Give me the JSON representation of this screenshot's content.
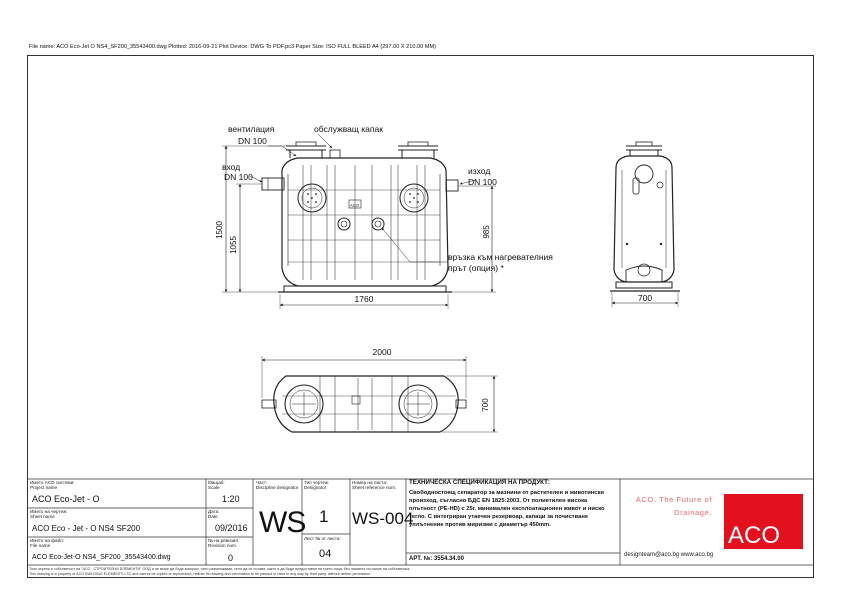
{
  "header": {
    "plot_line": "File name: ACO Eco-Jet O NS4_SF200_35543400.dwg   Plotted: 2016-09-21   Plot Device: DWG To PDF.pc3   Paper Size: ISO FULL BLEED A4 (297.00 X 210.00 MM)"
  },
  "drawing": {
    "labels": {
      "ventilation": "вентилация",
      "ventilation_dn": "DN 100",
      "service_cover": "обслужващ капак",
      "inlet": "вход",
      "inlet_dn": "DN 100",
      "outlet": "изход",
      "outlet_dn": "DN 100",
      "heater_1": "връзка към нагревателния",
      "heater_2": "прът (опция) *",
      "sticker": "ACO"
    },
    "dimensions": {
      "height_total": "1500",
      "height_inlet": "1055",
      "height_outlet": "985",
      "length_front": "1760",
      "width_side": "700",
      "length_top": "2000",
      "width_top": "700"
    }
  },
  "title_block": {
    "name_label": "Името АСО системи:",
    "name_label_en": "Project name",
    "name_value": "ACO Eco-Jet - O",
    "drawing_label": "Името на чертеж:",
    "drawing_label_en": "Sheet name",
    "drawing_value": "ACO Eco - Jet - O  NS4 SF200",
    "file_label": "Името на файл:",
    "file_label_en": "File name",
    "file_value": "ACO Eco-Jet-O NS4_SF200_35543400.dwg",
    "scale_label": "Мащаб:",
    "scale_label_en": "Scale",
    "scale_value": "1:20",
    "date_label": "Дата:",
    "date_label_en": "Date",
    "date_value": "09/2016",
    "revision_label": "№ на ревизия:",
    "revision_label_en": "Revision num.",
    "revision_value": "0",
    "part_label": "Част:",
    "part_label_en": "Discipline designator",
    "part_value": "WS",
    "type_label": "Тип чертеж:",
    "type_label_en": "Designator",
    "type_value": "1",
    "sheet_label": "Лист № от листа:",
    "sheet_value": "04",
    "number_label": "Номер на листа:",
    "number_label_en": "Sheet reference num.",
    "number_value": "WS-004",
    "spec_title": "ТЕХНИЧЕСКА СПЕЦИФИКАЦИЯ НА ПРОДУКТ:",
    "spec_lines": [
      "Свободностоящ сепаратор за мазнини от растителен и животински",
      "произход, съгласно БДС EN 1825:2003. От полиетилен висока",
      "плътност (PE-HD) с 25г. минимален експлоатационен живот и ниско",
      "тегло. С интегриран утаечен резервоар, капаци за почистване",
      "уплътнение против миризми с диаметър 450mm."
    ],
    "article_label": "АРТ. №:",
    "article_value": "3554.34.00",
    "brand_tag_1": "ACO. The Future of",
    "brand_tag_2": "Drainage.",
    "brand_logo": "ACO",
    "contact": "designteam@aco.bg  www.aco.bg"
  },
  "footer": {
    "line_1": "Този чертеж е собственост на \"АСО - СТРОИТЕЛНИ ЕЛЕМЕНТИ\" ООД и не може да бъде копиран, нито размножаван, нито да се ползва, както и да бъде предоставян на трети лица, без писмено съгласие на собственика.",
    "line_2": "This drawing is a property of ACO BUILDING ELEMENTS LTD and cannot be copied or reproduced, neither its drawing and information to be passed or used in any way by third party, without written permission."
  },
  "colors": {
    "brand_red": "#e3101d",
    "line": "#222222"
  }
}
